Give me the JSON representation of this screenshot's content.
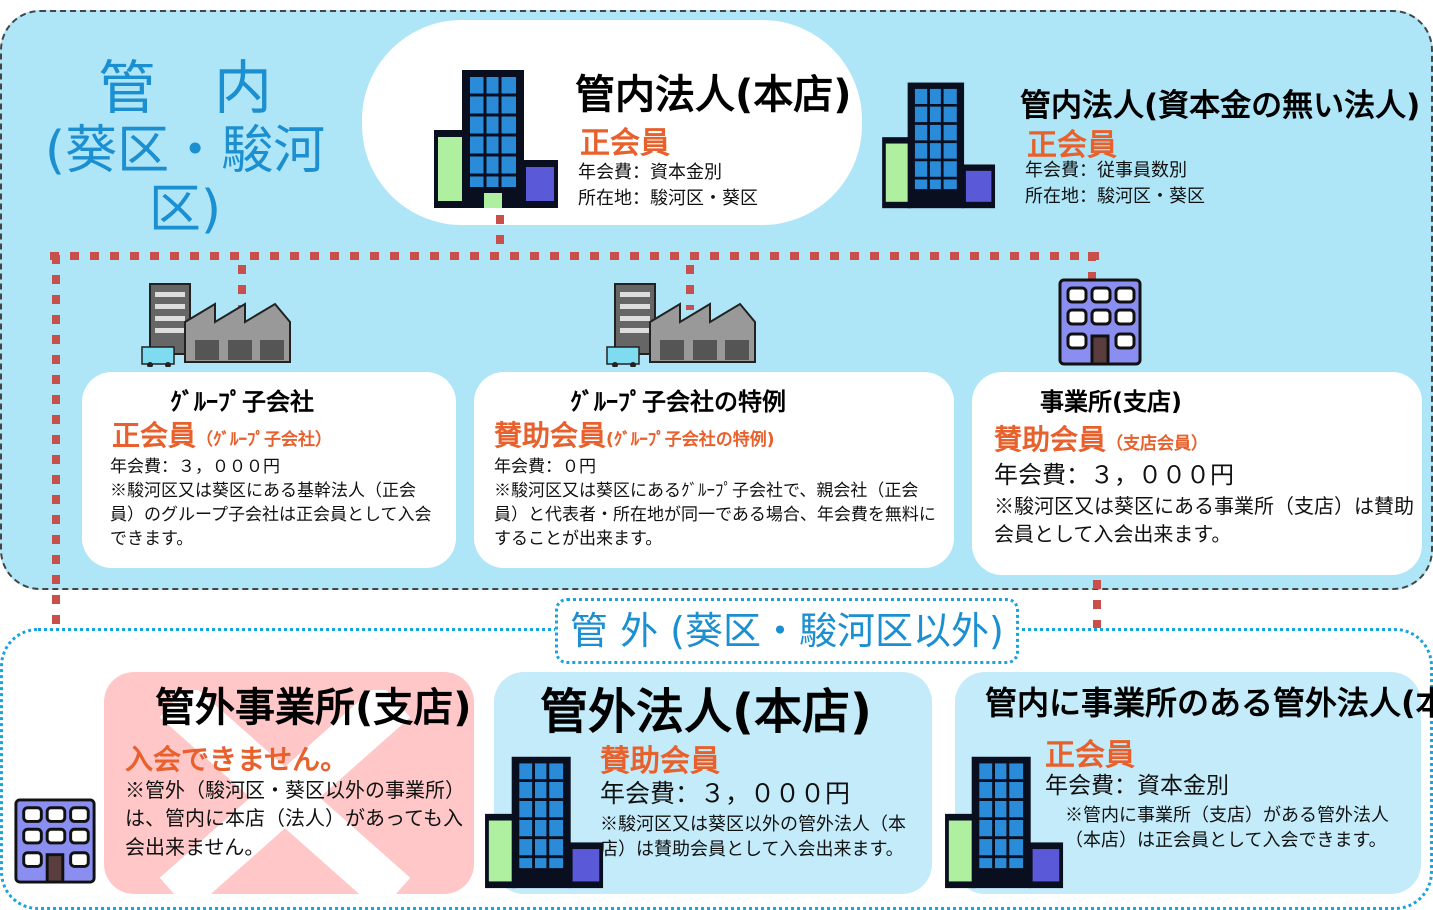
{
  "inner": {
    "title_line1": "管　内",
    "title_line2": "(葵区・駿河区)"
  },
  "outer": {
    "title": "管 外 (葵区・駿河区以外)"
  },
  "cards": {
    "honten": {
      "name": "管内法人(本店)",
      "rank": "正会員",
      "line1": "年会費：資本金別",
      "line2": "所在地：駿河区・葵区"
    },
    "no_capital": {
      "name": "管内法人(資本金の無い法人)",
      "rank": "正会員",
      "line1": "年会費：従事員数別",
      "line2": "所在地：駿河区・葵区"
    },
    "group": {
      "name": "ｸﾞﾙｰﾌﾟ子会社",
      "rank": "正会員",
      "rank_note": "（ｸﾞﾙｰﾌﾟ子会社）",
      "fee": "年会費：３，０００円",
      "note": "※駿河区又は葵区にある基幹法人（正会員）のグループ子会社は正会員として入会できます。"
    },
    "group_special": {
      "name": "ｸﾞﾙｰﾌﾟ子会社の特例",
      "rank": "賛助会員",
      "rank_note": "(ｸﾞﾙｰﾌﾟ子会社の特例)",
      "fee": "年会費：０円",
      "note": "※駿河区又は葵区にあるｸﾞﾙｰﾌﾟ子会社で、親会社（正会員）と代表者・所在地が同一である場合、年会費を無料にすることが出来ます。"
    },
    "branch": {
      "name": "事業所(支店)",
      "rank": "賛助会員",
      "rank_note": "（支店会員）",
      "fee": "年会費：３，０００円",
      "note": "※駿河区又は葵区にある事業所（支店）は賛助会員として入会出来ます。"
    },
    "outer_branch": {
      "name": "管外事業所(支店)",
      "rank": "入会できません。",
      "note": "※管外（駿河区・葵区以外の事業所）は、管内に本店（法人）があっても入会出来ません。"
    },
    "outer_honten": {
      "name": "管外法人(本店)",
      "rank": "賛助会員",
      "fee": "年会費：３，０００円",
      "note": "※駿河区又は葵区以外の管外法人（本店）は賛助会員として入会出来ます。"
    },
    "outer_with_office": {
      "name": "管内に事業所のある管外法人(本店)",
      "rank": "正会員",
      "fee": "年会費：資本金別",
      "note": "※管内に事業所（支店）がある管外法人（本店）は正会員として入会できます。"
    }
  },
  "colors": {
    "inner_bg": "#aee6f8",
    "outer_border": "#18a4dc",
    "rank": "#e8602c",
    "connector": "#c9504a",
    "denied_bg": "#ffc7c7",
    "outer_card_bg": "#c4ebf9"
  },
  "icons": [
    "office-tower-icon",
    "factory-icon",
    "branch-building-icon",
    "cross-mark-icon"
  ]
}
